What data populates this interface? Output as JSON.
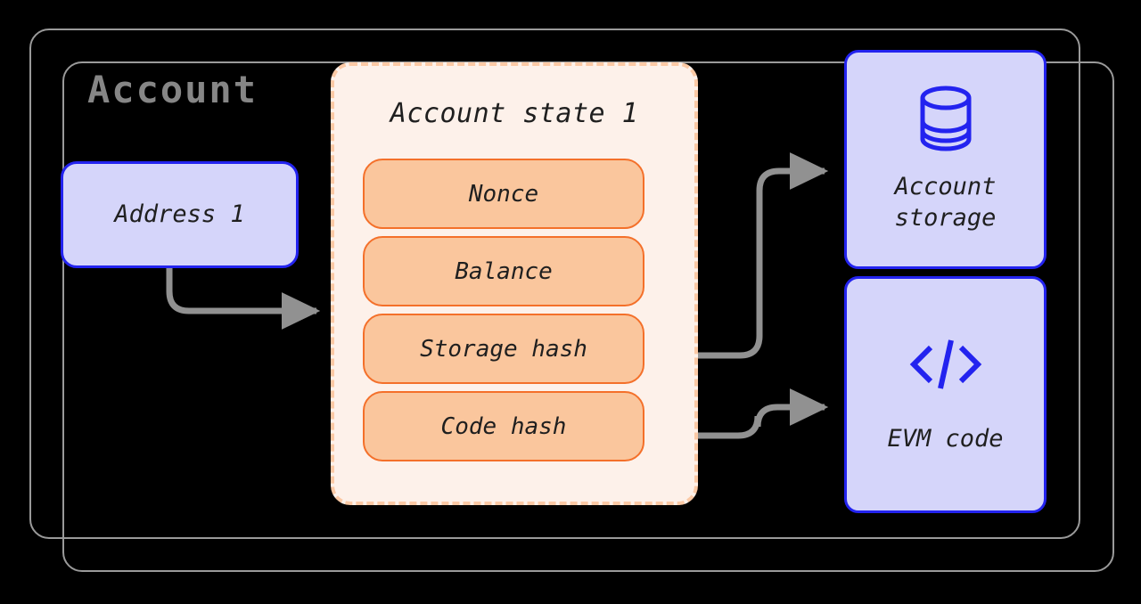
{
  "diagram": {
    "title": "Account",
    "title_color": "#868686",
    "frame_color": "#9a9a9a",
    "background": "#000000"
  },
  "address_node": {
    "label": "Address 1",
    "fill": "#d5d5fa",
    "stroke": "#2323ef"
  },
  "account_state": {
    "title": "Account state 1",
    "fill": "#fdf1ea",
    "border": "#fbc9a5",
    "fields": [
      {
        "label": "Nonce"
      },
      {
        "label": "Balance"
      },
      {
        "label": "Storage hash"
      },
      {
        "label": "Code hash"
      }
    ],
    "field_fill": "#fac69d",
    "field_stroke": "#f4702a"
  },
  "side_nodes": [
    {
      "label": "Account\nstorage",
      "icon": "database-icon",
      "fill": "#d5d5fa",
      "stroke": "#2323ef"
    },
    {
      "label": "EVM code",
      "icon": "code-icon",
      "fill": "#d5d5fa",
      "stroke": "#2323ef"
    }
  ],
  "connectors": {
    "color": "#919191",
    "edges": [
      {
        "from": "Address 1",
        "to": "Account state 1",
        "direction": "forward"
      },
      {
        "from": "Storage hash",
        "to": "Account storage",
        "direction": "both"
      },
      {
        "from": "Code hash",
        "to": "EVM code",
        "direction": "both"
      }
    ]
  }
}
